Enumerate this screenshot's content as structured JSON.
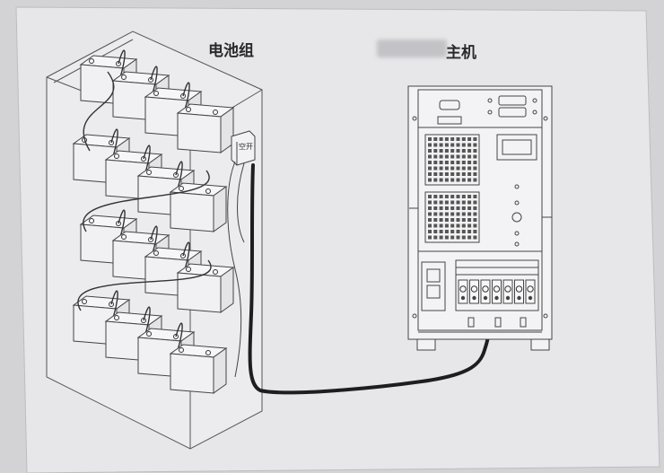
{
  "labels": {
    "battery_group": "电池组",
    "host": "主机",
    "breaker": "空开"
  },
  "colors": {
    "paper": "#e6e6e9",
    "line": "#3a3a3a",
    "cable": "#1e1e1e"
  },
  "icons": {
    "breaker": "breaker-icon",
    "terminal": "terminal-block-icon",
    "vent": "vent-grille-icon"
  }
}
